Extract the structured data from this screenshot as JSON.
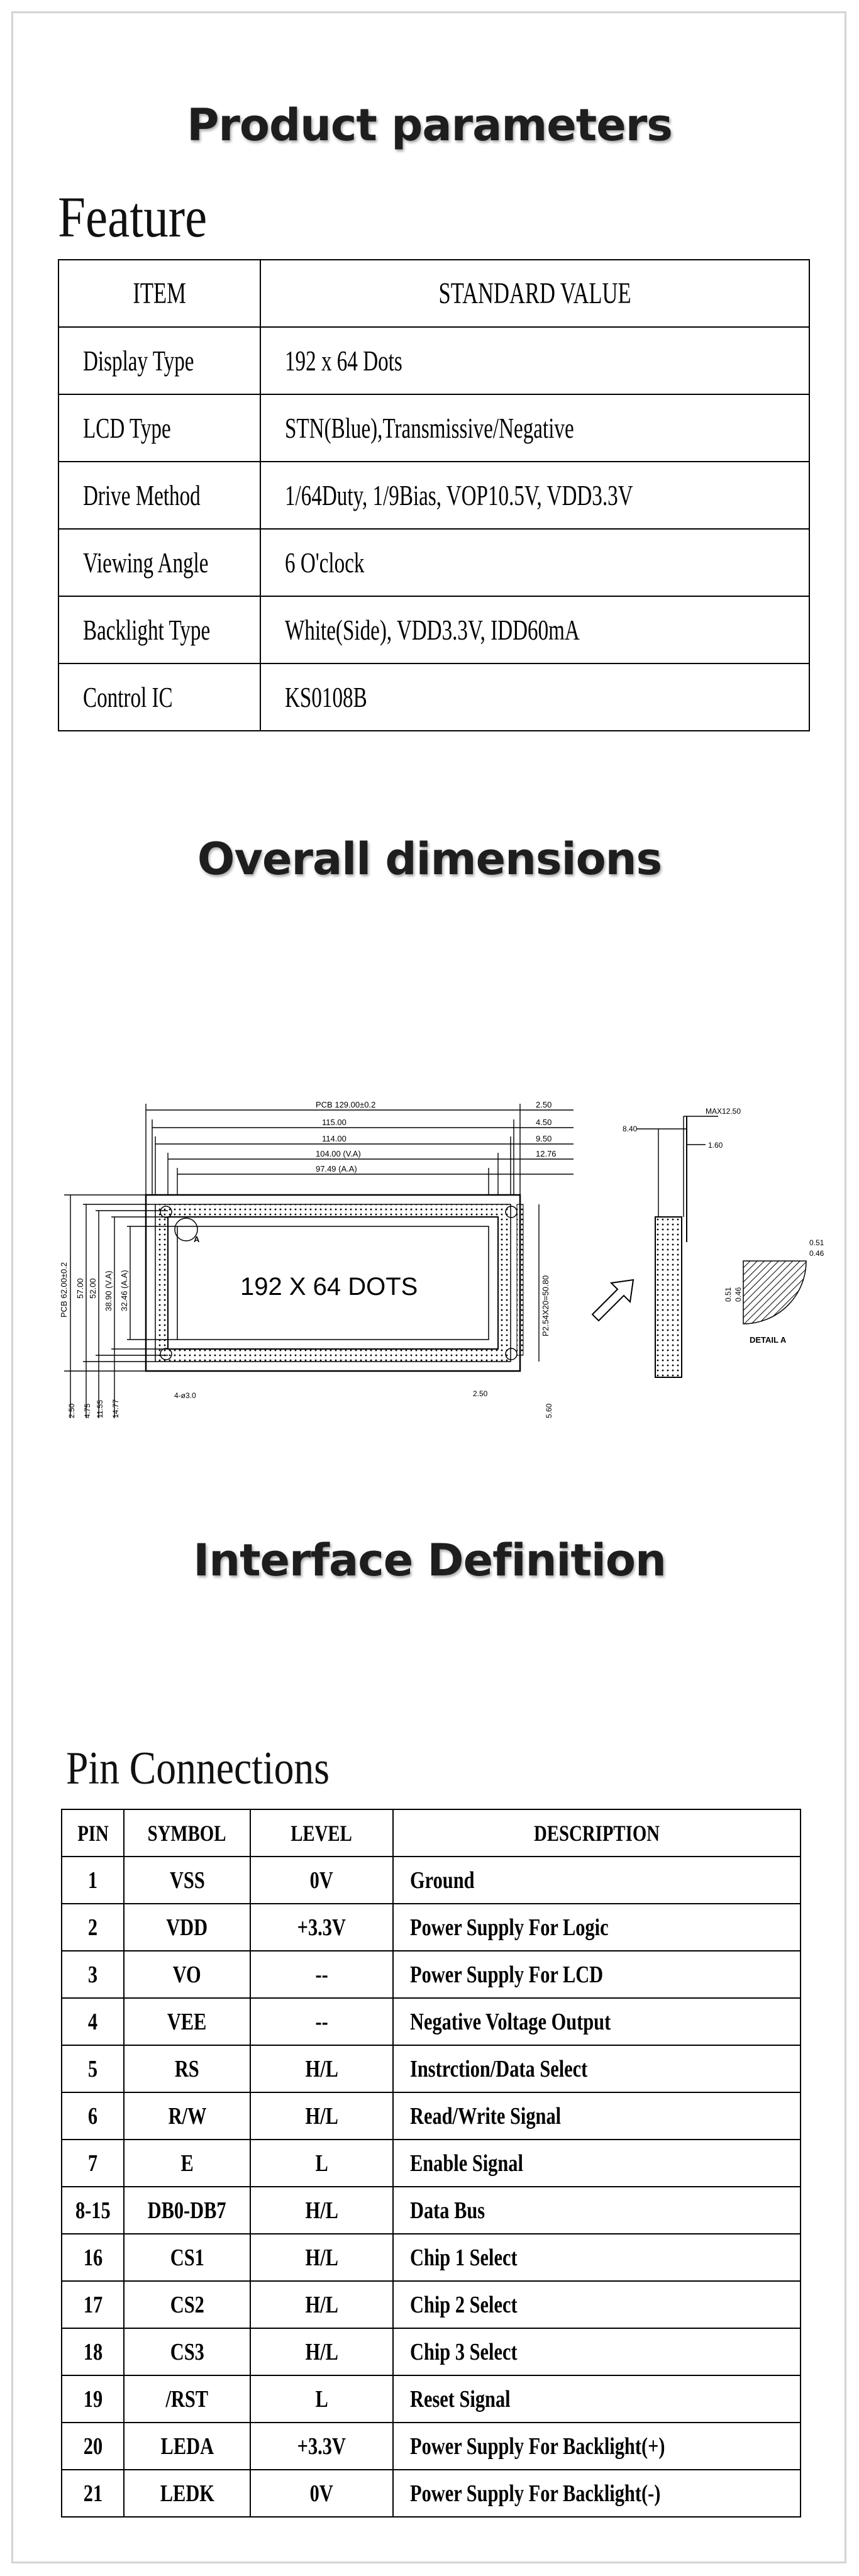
{
  "headings": {
    "product_parameters": "Product parameters",
    "feature": "Feature",
    "overall_dimensions": "Overall dimensions",
    "interface_definition": "Interface Definition",
    "pin_connections": "Pin Connections"
  },
  "feature_table": {
    "headers": [
      "ITEM",
      "STANDARD VALUE"
    ],
    "rows": [
      [
        "Display Type",
        "192 x 64 Dots"
      ],
      [
        "LCD Type",
        "STN(Blue),Transmissive/Negative"
      ],
      [
        "Drive Method",
        "1/64Duty, 1/9Bias, VOP10.5V, VDD3.3V"
      ],
      [
        "Viewing Angle",
        "6 O'clock"
      ],
      [
        "Backlight Type",
        "White(Side), VDD3.3V, IDD60mA"
      ],
      [
        "Control IC",
        "KS0108B"
      ]
    ]
  },
  "drawing": {
    "screen_text": "192 X 64 DOTS",
    "top_dims": [
      "PCB 129.00±0.2",
      "115.00",
      "114.00",
      "104.00 (V.A)",
      "97.49 (A.A)"
    ],
    "right_dims": [
      "2.50",
      "4.50",
      "9.50",
      "12.76"
    ],
    "left_dims": [
      "PCB 62.00±0.2",
      "57.00",
      "52.00",
      "38.90 (V.A)",
      "32.46 (A.A)"
    ],
    "bottom_left_dims": [
      "2.50",
      "4.75",
      "11.55",
      "14.77"
    ],
    "pitch_label": "P2.54X20=50.80",
    "bottom_dims": [
      "2.50",
      "5.60"
    ],
    "hole_label": "4-ø3.0",
    "corner_label": "A",
    "side_dims": [
      "8.40",
      "MAX12.50",
      "1.60"
    ],
    "detail_dims": [
      "0.51",
      "0.46"
    ],
    "detail_label": "DETAIL A"
  },
  "pin_table": {
    "headers": [
      "PIN",
      "SYMBOL",
      "LEVEL",
      "DESCRIPTION"
    ],
    "rows": [
      [
        "1",
        "VSS",
        "0V",
        "Ground"
      ],
      [
        "2",
        "VDD",
        "+3.3V",
        "Power Supply For Logic"
      ],
      [
        "3",
        "VO",
        "--",
        "Power Supply For LCD"
      ],
      [
        "4",
        "VEE",
        "--",
        "Negative Voltage Output"
      ],
      [
        "5",
        "RS",
        "H/L",
        "Instrction/Data Select"
      ],
      [
        "6",
        "R/W",
        "H/L",
        "Read/Write Signal"
      ],
      [
        "7",
        "E",
        "L",
        "Enable Signal"
      ],
      [
        "8-15",
        "DB0-DB7",
        "H/L",
        "Data Bus"
      ],
      [
        "16",
        "CS1",
        "H/L",
        "Chip 1 Select"
      ],
      [
        "17",
        "CS2",
        "H/L",
        "Chip 2 Select"
      ],
      [
        "18",
        "CS3",
        "H/L",
        "Chip 3 Select"
      ],
      [
        "19",
        "/RST",
        "L",
        "Reset Signal"
      ],
      [
        "20",
        "LEDA",
        "+3.3V",
        "Power Supply For Backlight(+)"
      ],
      [
        "21",
        "LEDK",
        "0V",
        "Power Supply For Backlight(-)"
      ]
    ]
  }
}
